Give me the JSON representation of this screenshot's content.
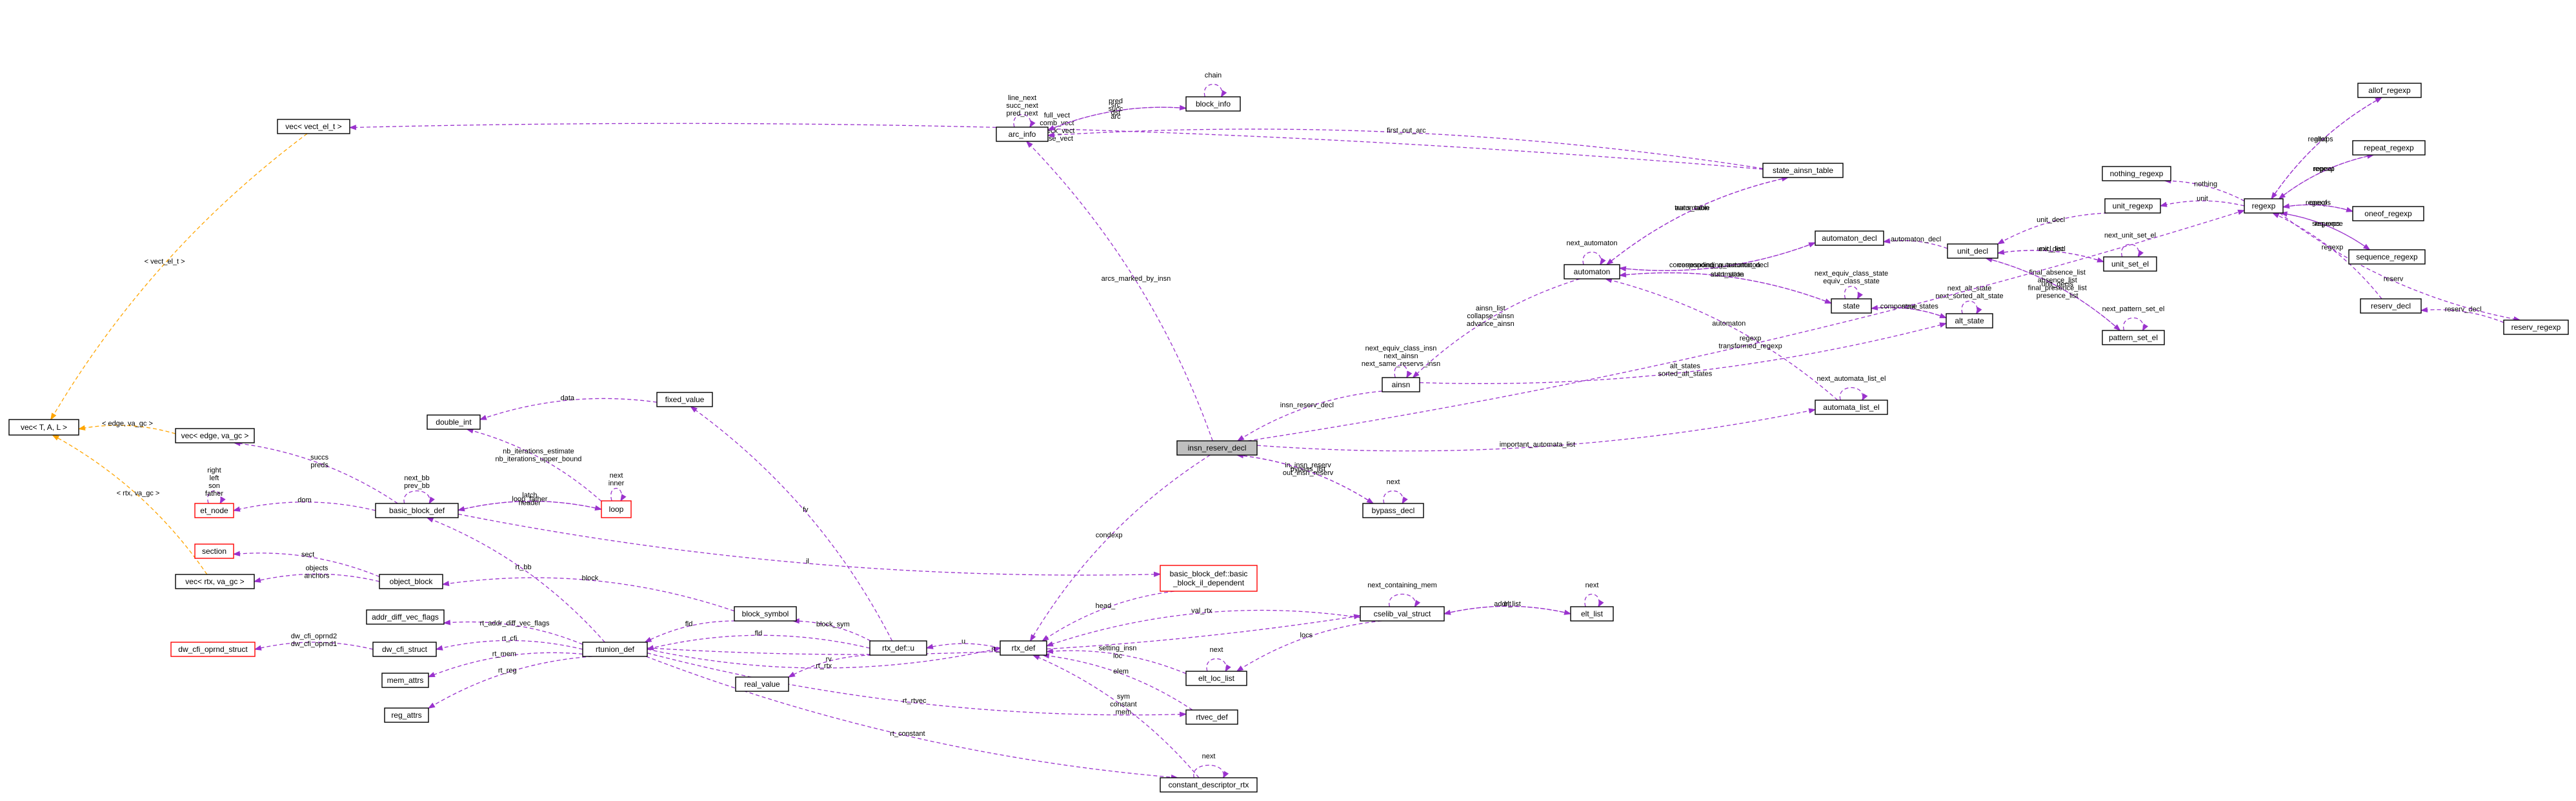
{
  "graph": {
    "nodes": [
      {
        "id": "vec_tmpl",
        "label": "vec< T, A, L >",
        "style": "normal"
      },
      {
        "id": "vec_vect_el",
        "label": "vec< vect_el_t >",
        "style": "normal"
      },
      {
        "id": "vec_edge",
        "label": "vec< edge, va_gc >",
        "style": "normal"
      },
      {
        "id": "vec_rtx",
        "label": "vec< rtx, va_gc >",
        "style": "normal"
      },
      {
        "id": "double_int",
        "label": "double_int",
        "style": "normal"
      },
      {
        "id": "fixed_value",
        "label": "fixed_value",
        "style": "normal"
      },
      {
        "id": "et_node",
        "label": "et_node",
        "style": "red"
      },
      {
        "id": "basic_block_def",
        "label": "basic_block_def",
        "style": "normal"
      },
      {
        "id": "loop",
        "label": "loop",
        "style": "red"
      },
      {
        "id": "section",
        "label": "section",
        "style": "red"
      },
      {
        "id": "object_block",
        "label": "object_block",
        "style": "normal"
      },
      {
        "id": "addr_diff_vec_flags",
        "label": "addr_diff_vec_flags",
        "style": "normal"
      },
      {
        "id": "dw_cfi_struct",
        "label": "dw_cfi_struct",
        "style": "normal"
      },
      {
        "id": "dw_cfi_oprnd_struct",
        "label": "dw_cfi_oprnd_struct",
        "style": "red"
      },
      {
        "id": "mem_attrs",
        "label": "mem_attrs",
        "style": "normal"
      },
      {
        "id": "reg_attrs",
        "label": "reg_attrs",
        "style": "normal"
      },
      {
        "id": "rtunion_def",
        "label": "rtunion_def",
        "style": "normal"
      },
      {
        "id": "block_symbol",
        "label": "block_symbol",
        "style": "normal"
      },
      {
        "id": "real_value",
        "label": "real_value",
        "style": "normal"
      },
      {
        "id": "rtx_def_u",
        "label": "rtx_def::u",
        "style": "normal"
      },
      {
        "id": "rtx_def",
        "label": "rtx_def",
        "style": "normal"
      },
      {
        "id": "bb_dep",
        "label": "basic_block_def::basic\n_block_il_dependent",
        "style": "red"
      },
      {
        "id": "elt_loc_list",
        "label": "elt_loc_list",
        "style": "normal"
      },
      {
        "id": "rtvec_def",
        "label": "rtvec_def",
        "style": "normal"
      },
      {
        "id": "const_desc",
        "label": "constant_descriptor_rtx",
        "style": "normal"
      },
      {
        "id": "cselib_val",
        "label": "cselib_val_struct",
        "style": "normal"
      },
      {
        "id": "elt_list",
        "label": "elt_list",
        "style": "normal"
      },
      {
        "id": "arc_info",
        "label": "arc_info",
        "style": "normal"
      },
      {
        "id": "block_info",
        "label": "block_info",
        "style": "normal"
      },
      {
        "id": "insn_reserv_decl",
        "label": "insn_reserv_decl",
        "style": "focus"
      },
      {
        "id": "bypass_decl",
        "label": "bypass_decl",
        "style": "normal"
      },
      {
        "id": "ainsn",
        "label": "ainsn",
        "style": "normal"
      },
      {
        "id": "automaton",
        "label": "automaton",
        "style": "normal"
      },
      {
        "id": "state_ainsn_table",
        "label": "state_ainsn_table",
        "style": "normal"
      },
      {
        "id": "automaton_decl",
        "label": "automaton_decl",
        "style": "normal"
      },
      {
        "id": "state",
        "label": "state",
        "style": "normal"
      },
      {
        "id": "alt_state",
        "label": "alt_state",
        "style": "normal"
      },
      {
        "id": "automata_list_el",
        "label": "automata_list_el",
        "style": "normal"
      },
      {
        "id": "unit_decl",
        "label": "unit_decl",
        "style": "normal"
      },
      {
        "id": "unit_set_el",
        "label": "unit_set_el",
        "style": "normal"
      },
      {
        "id": "pattern_set_el",
        "label": "pattern_set_el",
        "style": "normal"
      },
      {
        "id": "unit_regexp",
        "label": "unit_regexp",
        "style": "normal"
      },
      {
        "id": "nothing_regexp",
        "label": "nothing_regexp",
        "style": "normal"
      },
      {
        "id": "regexp",
        "label": "regexp",
        "style": "normal"
      },
      {
        "id": "allof_regexp",
        "label": "allof_regexp",
        "style": "normal"
      },
      {
        "id": "repeat_regexp",
        "label": "repeat_regexp",
        "style": "normal"
      },
      {
        "id": "oneof_regexp",
        "label": "oneof_regexp",
        "style": "normal"
      },
      {
        "id": "sequence_regexp",
        "label": "sequence_regexp",
        "style": "normal"
      },
      {
        "id": "reserv_decl",
        "label": "reserv_decl",
        "style": "normal"
      },
      {
        "id": "reserv_regexp",
        "label": "reserv_regexp",
        "style": "normal"
      }
    ],
    "edges": [
      {
        "from": "vec_vect_el",
        "to": "vec_tmpl",
        "label": "< vect_el_t >",
        "kind": "template"
      },
      {
        "from": "vec_edge",
        "to": "vec_tmpl",
        "label": "< edge, va_gc >",
        "kind": "template"
      },
      {
        "from": "vec_rtx",
        "to": "vec_tmpl",
        "label": "< rtx, va_gc >",
        "kind": "template"
      },
      {
        "from": "state_ainsn_table",
        "to": "vec_vect_el",
        "label": "full_vect\ncomb_vect\ncheck_vect\nbase_vect",
        "kind": "member"
      },
      {
        "from": "basic_block_def",
        "to": "vec_edge",
        "label": "succs\npreds",
        "kind": "member"
      },
      {
        "from": "object_block",
        "to": "vec_rtx",
        "label": "objects\nanchors",
        "kind": "member"
      },
      {
        "from": "fixed_value",
        "to": "double_int",
        "label": "data",
        "kind": "member"
      },
      {
        "from": "loop",
        "to": "double_int",
        "label": "nb_iterations_estimate\nnb_iterations_upper_bound",
        "kind": "member"
      },
      {
        "from": "et_node",
        "to": "et_node",
        "label": "right\nleft\nson\nfather",
        "kind": "member"
      },
      {
        "from": "basic_block_def",
        "to": "et_node",
        "label": "dom",
        "kind": "member"
      },
      {
        "from": "basic_block_def",
        "to": "basic_block_def",
        "label": "next_bb\nprev_bb",
        "kind": "member"
      },
      {
        "from": "loop",
        "to": "basic_block_def",
        "label": "latch\nheader",
        "kind": "member"
      },
      {
        "from": "loop",
        "to": "loop",
        "label": "next\ninner",
        "kind": "member"
      },
      {
        "from": "basic_block_def",
        "to": "loop",
        "label": "loop_father",
        "kind": "member"
      },
      {
        "from": "rtunion_def",
        "to": "basic_block_def",
        "label": "rt_bb",
        "kind": "member"
      },
      {
        "from": "object_block",
        "to": "section",
        "label": "sect",
        "kind": "member"
      },
      {
        "from": "block_symbol",
        "to": "object_block",
        "label": "block",
        "kind": "member"
      },
      {
        "from": "rtunion_def",
        "to": "addr_diff_vec_flags",
        "label": "rt_addr_diff_vec_flags",
        "kind": "member"
      },
      {
        "from": "rtunion_def",
        "to": "dw_cfi_struct",
        "label": "rt_cfi",
        "kind": "member"
      },
      {
        "from": "dw_cfi_struct",
        "to": "dw_cfi_oprnd_struct",
        "label": "dw_cfi_oprnd2\ndw_cfi_oprnd1",
        "kind": "member"
      },
      {
        "from": "rtunion_def",
        "to": "mem_attrs",
        "label": "rt_mem",
        "kind": "member"
      },
      {
        "from": "rtunion_def",
        "to": "reg_attrs",
        "label": "rt_reg",
        "kind": "member"
      },
      {
        "from": "block_symbol",
        "to": "rtunion_def",
        "label": "fld",
        "kind": "member"
      },
      {
        "from": "rtx_def_u",
        "to": "rtunion_def",
        "label": "fld",
        "kind": "member"
      },
      {
        "from": "rtx_def_u",
        "to": "block_symbol",
        "label": "block_sym",
        "kind": "member"
      },
      {
        "from": "rtx_def_u",
        "to": "real_value",
        "label": "rv",
        "kind": "member"
      },
      {
        "from": "rtx_def_u",
        "to": "fixed_value",
        "label": "fv",
        "kind": "member"
      },
      {
        "from": "rtx_def",
        "to": "rtx_def_u",
        "label": "u",
        "kind": "member"
      },
      {
        "from": "rtunion_def",
        "to": "rtx_def",
        "label": "rt_rtx",
        "kind": "member"
      },
      {
        "from": "bb_dep",
        "to": "rtx_def",
        "label": "head_",
        "kind": "member"
      },
      {
        "from": "basic_block_def",
        "to": "bb_dep",
        "label": "il",
        "kind": "member"
      },
      {
        "from": "elt_loc_list",
        "to": "rtx_def",
        "label": "setting_insn\nloc",
        "kind": "member"
      },
      {
        "from": "elt_loc_list",
        "to": "elt_loc_list",
        "label": "next",
        "kind": "member"
      },
      {
        "from": "rtvec_def",
        "to": "rtx_def",
        "label": "elem",
        "kind": "member"
      },
      {
        "from": "rtunion_def",
        "to": "rtvec_def",
        "label": "rt_rtvec",
        "kind": "member"
      },
      {
        "from": "const_desc",
        "to": "rtx_def",
        "label": "sym\nconstant\nmem",
        "kind": "member"
      },
      {
        "from": "const_desc",
        "to": "const_desc",
        "label": "next",
        "kind": "member"
      },
      {
        "from": "rtunion_def",
        "to": "const_desc",
        "label": "rt_constant",
        "kind": "member"
      },
      {
        "from": "cselib_val",
        "to": "rtx_def",
        "label": "val_rtx",
        "kind": "member"
      },
      {
        "from": "cselib_val",
        "to": "elt_loc_list",
        "label": "locs",
        "kind": "member"
      },
      {
        "from": "cselib_val",
        "to": "cselib_val",
        "label": "next_containing_mem",
        "kind": "member"
      },
      {
        "from": "elt_list",
        "to": "cselib_val",
        "label": "elt",
        "kind": "member"
      },
      {
        "from": "cselib_val",
        "to": "elt_list",
        "label": "addr_list",
        "kind": "member"
      },
      {
        "from": "elt_list",
        "to": "elt_list",
        "label": "next",
        "kind": "member"
      },
      {
        "from": "rtunion_def",
        "to": "cselib_val",
        "label": "rt_cselib",
        "kind": "member"
      },
      {
        "from": "insn_reserv_decl",
        "to": "rtx_def",
        "label": "condexp",
        "kind": "member"
      },
      {
        "from": "arc_info",
        "to": "arc_info",
        "label": "line_next\nsucc_next\npred_next",
        "kind": "member"
      },
      {
        "from": "block_info",
        "to": "arc_info",
        "label": "pred\nsucc\narc",
        "kind": "member"
      },
      {
        "from": "arc_info",
        "to": "block_info",
        "label": "src\ndst",
        "kind": "member"
      },
      {
        "from": "block_info",
        "to": "block_info",
        "label": "chain",
        "kind": "member"
      },
      {
        "from": "state_ainsn_table",
        "to": "arc_info",
        "label": "first_out_arc",
        "kind": "member"
      },
      {
        "from": "insn_reserv_decl",
        "to": "arc_info",
        "label": "arcs_marked_by_insn",
        "kind": "member"
      },
      {
        "from": "bypass_decl",
        "to": "insn_reserv_decl",
        "label": "in_insn_reserv\nout_insn_reserv",
        "kind": "member"
      },
      {
        "from": "insn_reserv_decl",
        "to": "bypass_decl",
        "label": "bypass_list",
        "kind": "member"
      },
      {
        "from": "bypass_decl",
        "to": "bypass_decl",
        "label": "next",
        "kind": "member"
      },
      {
        "from": "ainsn",
        "to": "insn_reserv_decl",
        "label": "insn_reserv_decl",
        "kind": "member"
      },
      {
        "from": "ainsn",
        "to": "ainsn",
        "label": "next_equiv_class_insn\nnext_ainsn\nnext_same_reservs_insn",
        "kind": "member"
      },
      {
        "from": "automaton",
        "to": "ainsn",
        "label": "ainsn_list\ncollapse_ainsn\nadvance_ainsn",
        "kind": "member"
      },
      {
        "from": "automaton",
        "to": "automaton",
        "label": "next_automaton",
        "kind": "member"
      },
      {
        "from": "state_ainsn_table",
        "to": "automaton",
        "label": "automaton",
        "kind": "member"
      },
      {
        "from": "automaton",
        "to": "state_ainsn_table",
        "label": "trans_table",
        "kind": "member"
      },
      {
        "from": "automaton",
        "to": "automaton_decl",
        "label": "corresponding_automaton",
        "kind": "member"
      },
      {
        "from": "automaton_decl",
        "to": "automaton",
        "label": "corresponding_automaton_decl",
        "kind": "member"
      },
      {
        "from": "state",
        "to": "automaton",
        "label": "automaton",
        "kind": "member"
      },
      {
        "from": "automaton",
        "to": "state",
        "label": "start_state",
        "kind": "member"
      },
      {
        "from": "state",
        "to": "state",
        "label": "next_equiv_class_state\nequiv_class_state",
        "kind": "member"
      },
      {
        "from": "alt_state",
        "to": "state",
        "label": "state",
        "kind": "member"
      },
      {
        "from": "state",
        "to": "alt_state",
        "label": "component_states",
        "kind": "member"
      },
      {
        "from": "alt_state",
        "to": "alt_state",
        "label": "next_alt_state\nnext_sorted_alt_state",
        "kind": "member"
      },
      {
        "from": "automata_list_el",
        "to": "automaton",
        "label": "automaton",
        "kind": "member"
      },
      {
        "from": "automata_list_el",
        "to": "automata_list_el",
        "label": "next_automata_list_el",
        "kind": "member"
      },
      {
        "from": "ainsn",
        "to": "alt_state",
        "label": "alt_states\nsorted_alt_states",
        "kind": "member"
      },
      {
        "from": "insn_reserv_decl",
        "to": "automata_list_el",
        "label": "important_automata_list",
        "kind": "member"
      },
      {
        "from": "unit_decl",
        "to": "automaton_decl",
        "label": "automaton_decl",
        "kind": "member"
      },
      {
        "from": "unit_set_el",
        "to": "unit_decl",
        "label": "unit_decl",
        "kind": "member"
      },
      {
        "from": "unit_decl",
        "to": "unit_set_el",
        "label": "excl_list",
        "kind": "member"
      },
      {
        "from": "unit_set_el",
        "to": "unit_set_el",
        "label": "next_unit_set_el",
        "kind": "member"
      },
      {
        "from": "pattern_set_el",
        "to": "unit_decl",
        "label": "unit_decls",
        "kind": "member"
      },
      {
        "from": "unit_decl",
        "to": "pattern_set_el",
        "label": "final_absence_list\nabsence_list\nfinal_presence_list\npresence_list",
        "kind": "member"
      },
      {
        "from": "pattern_set_el",
        "to": "pattern_set_el",
        "label": "next_pattern_set_el",
        "kind": "member"
      },
      {
        "from": "unit_regexp",
        "to": "unit_decl",
        "label": "unit_decl",
        "kind": "member"
      },
      {
        "from": "regexp",
        "to": "unit_regexp",
        "label": "unit",
        "kind": "member"
      },
      {
        "from": "regexp",
        "to": "nothing_regexp",
        "label": "nothing",
        "kind": "member"
      },
      {
        "from": "allof_regexp",
        "to": "regexp",
        "label": "regexps",
        "kind": "member"
      },
      {
        "from": "regexp",
        "to": "allof_regexp",
        "label": "allof",
        "kind": "member"
      },
      {
        "from": "repeat_regexp",
        "to": "regexp",
        "label": "regexp",
        "kind": "member"
      },
      {
        "from": "regexp",
        "to": "repeat_regexp",
        "label": "repeat",
        "kind": "member"
      },
      {
        "from": "oneof_regexp",
        "to": "regexp",
        "label": "regexps",
        "kind": "member"
      },
      {
        "from": "regexp",
        "to": "oneof_regexp",
        "label": "oneof",
        "kind": "member"
      },
      {
        "from": "sequence_regexp",
        "to": "regexp",
        "label": "regexps",
        "kind": "member"
      },
      {
        "from": "regexp",
        "to": "sequence_regexp",
        "label": "sequence",
        "kind": "member"
      },
      {
        "from": "reserv_decl",
        "to": "regexp",
        "label": "regexp",
        "kind": "member"
      },
      {
        "from": "reserv_regexp",
        "to": "reserv_decl",
        "label": "reserv_decl",
        "kind": "member"
      },
      {
        "from": "regexp",
        "to": "reserv_regexp",
        "label": "reserv",
        "kind": "member"
      },
      {
        "from": "insn_reserv_decl",
        "to": "regexp",
        "label": "regexp\ntransformed_regexp",
        "kind": "member"
      }
    ]
  }
}
